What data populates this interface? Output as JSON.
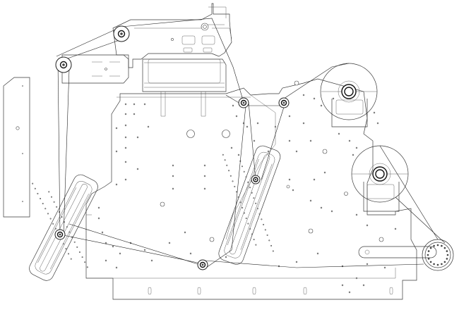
{
  "drawing": {
    "title": "",
    "type": "web-handling machine frame, side elevation line drawing",
    "line_color": "#3a3a3a",
    "background": "#ffffff"
  },
  "components": {
    "rollers": [
      "idler-roller-top",
      "idler-roller-left",
      "idler-roller-dancer-left",
      "idler-roller-mid-1",
      "idler-roller-mid-2",
      "idler-roller-dancer-right",
      "idler-roller-bottom"
    ],
    "reels": [
      "unwind-reel-upper",
      "unwind-reel-lower",
      "rewind-drum"
    ],
    "dancer_arms": [
      "dancer-arm-left",
      "dancer-arm-right"
    ]
  }
}
